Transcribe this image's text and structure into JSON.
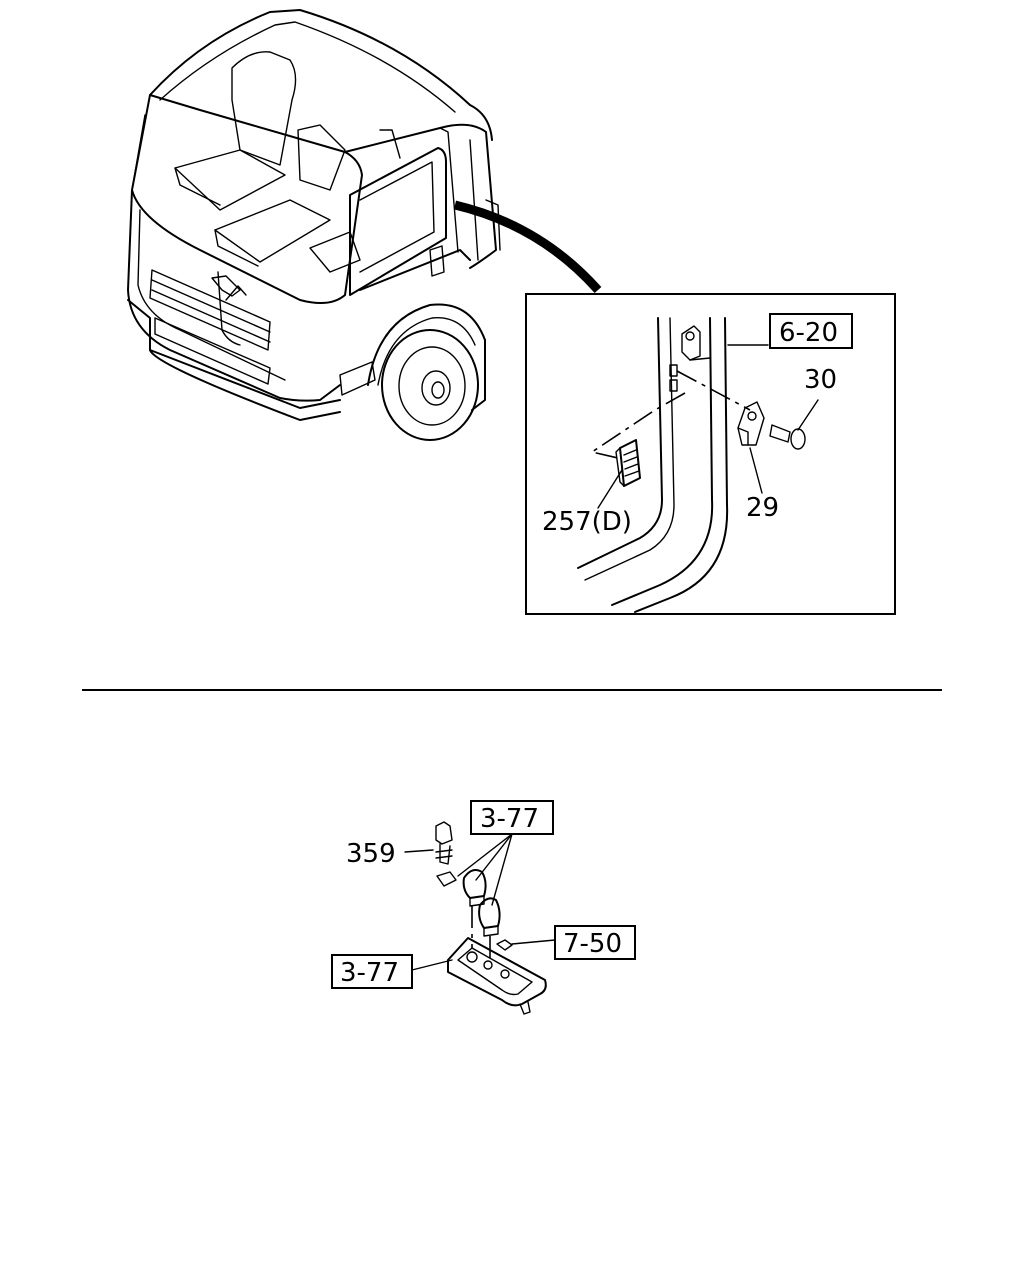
{
  "callouts": {
    "ref_6_20": "6-20",
    "part_30": "30",
    "part_29": "29",
    "part_257": "257(D)",
    "ref_3_77_top": "3-77",
    "part_359": "359",
    "ref_7_50": "7-50",
    "ref_3_77_left": "3-77"
  }
}
